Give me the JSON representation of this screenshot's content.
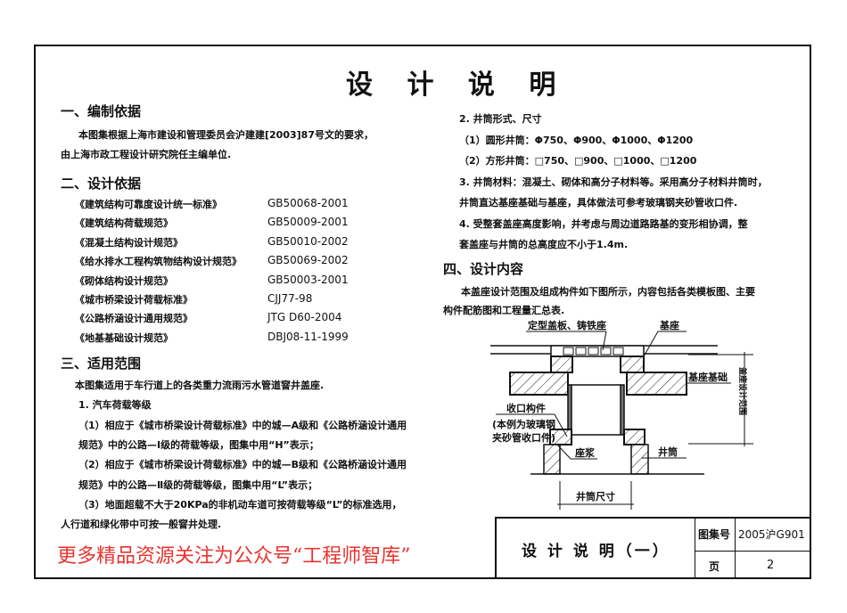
{
  "title": "设 计 说 明",
  "section1": {
    "heading": "一、编制依据",
    "lines": [
      "本图集根据上海市建设和管理委员会沪建建[2003]87号文的要求，",
      "由上海市政工程设计研究院任主编单位."
    ]
  },
  "section2": {
    "heading": "二、设计依据",
    "refs": [
      {
        "name": "《建筑结构可靠度设计统一标准》",
        "code": "GB50068-2001"
      },
      {
        "name": "《建筑结构荷载规范》",
        "code": "GB50009-2001"
      },
      {
        "name": "《混凝土结构设计规范》",
        "code": "GB50010-2002"
      },
      {
        "name": "《给水排水工程构筑物结构设计规范》",
        "code": "GB50069-2002"
      },
      {
        "name": "《砌体结构设计规范》",
        "code": "GB50003-2001"
      },
      {
        "name": "《城市桥梁设计荷载标准》",
        "code": "CJJ77-98"
      },
      {
        "name": "《公路桥涵设计通用规范》",
        "code": "JTG D60-2004"
      },
      {
        "name": "《地基基础设计规范》",
        "code": "DBJ08-11-1999"
      }
    ]
  },
  "section3": {
    "heading": "三、适用范围",
    "lines": [
      "本图集适用于车行道上的各类重力流雨污水管道窨井盖座.",
      "1. 汽车荷载等级",
      "（1）相应于《城市桥梁设计荷载标准》中的城—A级和《公路桥涵设计通用",
      "规范》中的公路—Ⅰ级的荷载等级，图集中用“H”表示；",
      "（2）相应于《城市桥梁设计荷载标准》中的城—B级和《公路桥涵设计通用",
      "规范》中的公路—Ⅱ级的荷载等级，图集中用“L”表示；",
      "（3）地面超载不大于20KPa的非机动车道可按荷载等级“L”的标准选用，",
      "人行道和绿化带中可按一般窨井处理."
    ]
  },
  "right": {
    "lines": [
      "2. 井筒形式、尺寸",
      "（1）圆形井筒：Φ750、Φ900、Φ1000、Φ1200",
      "（2）方形井筒：□750、□900、□1000、□1200",
      "3. 井筒材料：混凝土、砌体和高分子材料等。采用高分子材料井筒时，",
      "井筒直达基座基础与基座，具体做法可参考玻璃钢夹砂管收口件.",
      "4. 受整套盖座高度影响，并考虑与周边道路路基的变形相协调，整",
      "套盖座与井筒的总高度应不小于1.4m."
    ]
  },
  "section4": {
    "heading": "四、设计内容",
    "lines": [
      "本盖座设计范围及组成构件如下图所示，内容包括各类模板图、主要",
      "构件配筋图和工程量汇总表."
    ]
  },
  "drawing": {
    "cover": "定型盖板、铸铁座",
    "seat": "基座",
    "foundation": "基座基础",
    "collar": "收口构件",
    "collar_note1": "(本例为玻璃钢",
    "collar_note2": "夹砂管收口件)",
    "mortar": "座浆",
    "shaft": "井筒",
    "shaft_size": "井筒尺寸",
    "design_range": "盖座设计范围"
  },
  "watermark": "更多精品资源关注为公众号“工程师智库”",
  "title_block": {
    "name": "设 计 说 明（一）",
    "atlas_label": "图集号",
    "atlas_no": "2005沪G901",
    "page_label": "页",
    "page_no": "2"
  }
}
